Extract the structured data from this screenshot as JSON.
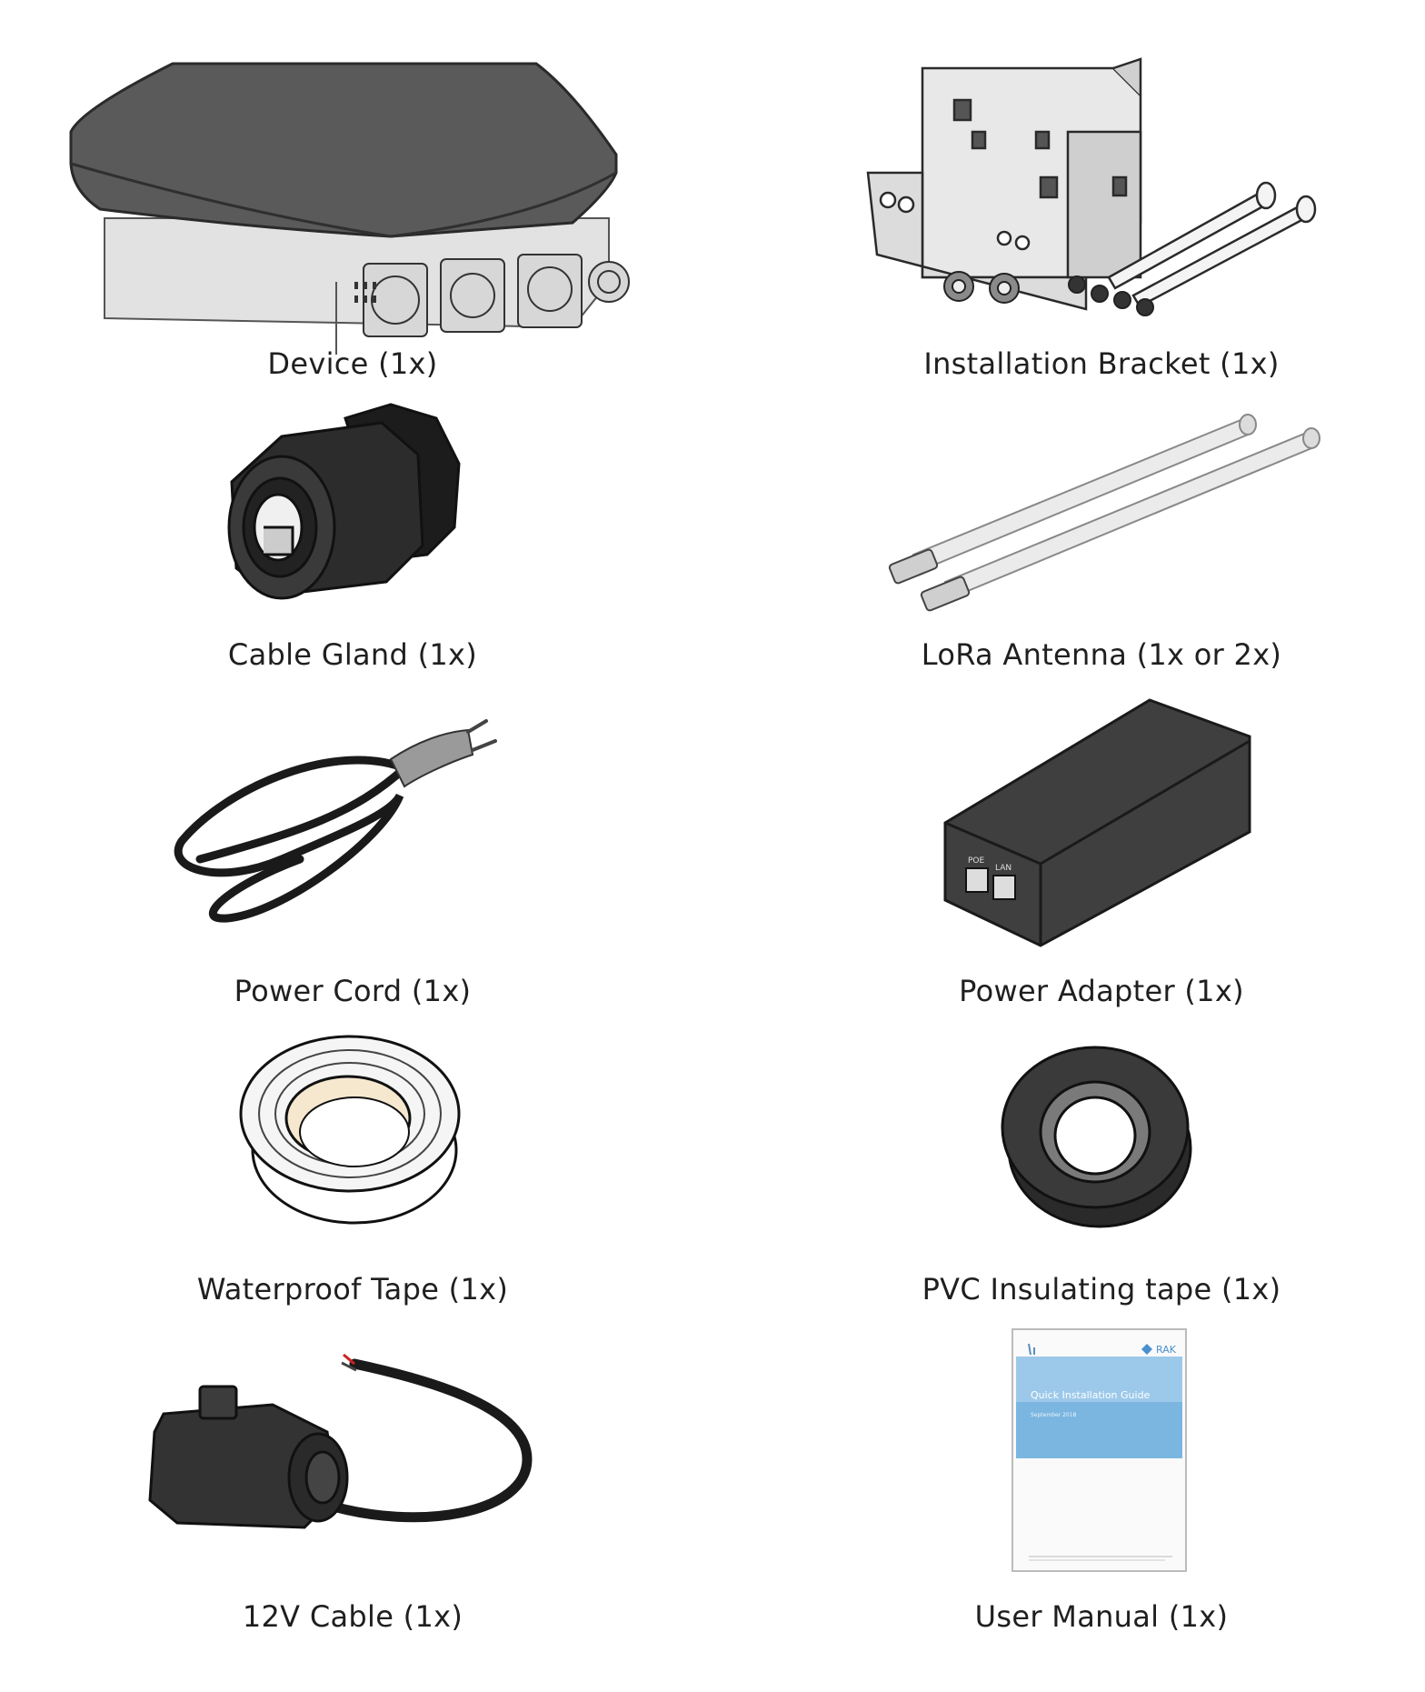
{
  "items": [
    {
      "label": "Device (1x)"
    },
    {
      "label": "Installation Bracket (1x)"
    },
    {
      "label": "Cable Gland (1x)"
    },
    {
      "label": "LoRa Antenna (1x or 2x)"
    },
    {
      "label": "Power Cord (1x)"
    },
    {
      "label": "Power Adapter (1x)"
    },
    {
      "label": "Waterproof Tape (1x)"
    },
    {
      "label": "PVC Insulating tape (1x)"
    },
    {
      "label": "12V Cable (1x)"
    },
    {
      "label": "User Manual (1x)"
    }
  ],
  "adapter_ports": {
    "poe": "POE",
    "lan": "LAN"
  },
  "manual_cover": {
    "brand": "RAK",
    "title": "Quick Installation Guide",
    "date": "September 2018"
  }
}
